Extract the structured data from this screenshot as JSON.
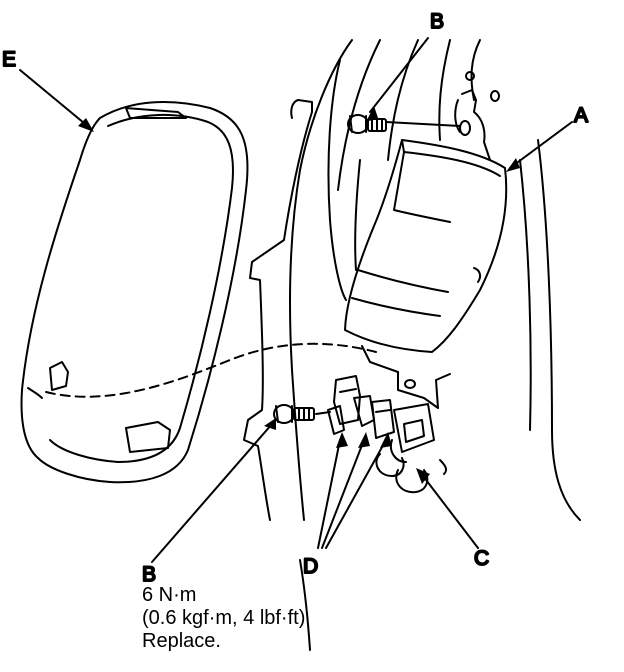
{
  "callouts": {
    "a": "A",
    "b_top": "B",
    "b_bottom": "B",
    "c": "C",
    "d": "D",
    "e": "E"
  },
  "torque_note": {
    "line1": "6 N·m",
    "line2": "(0.6 kgf·m, 4 lbf·ft)",
    "line3": "Replace."
  }
}
